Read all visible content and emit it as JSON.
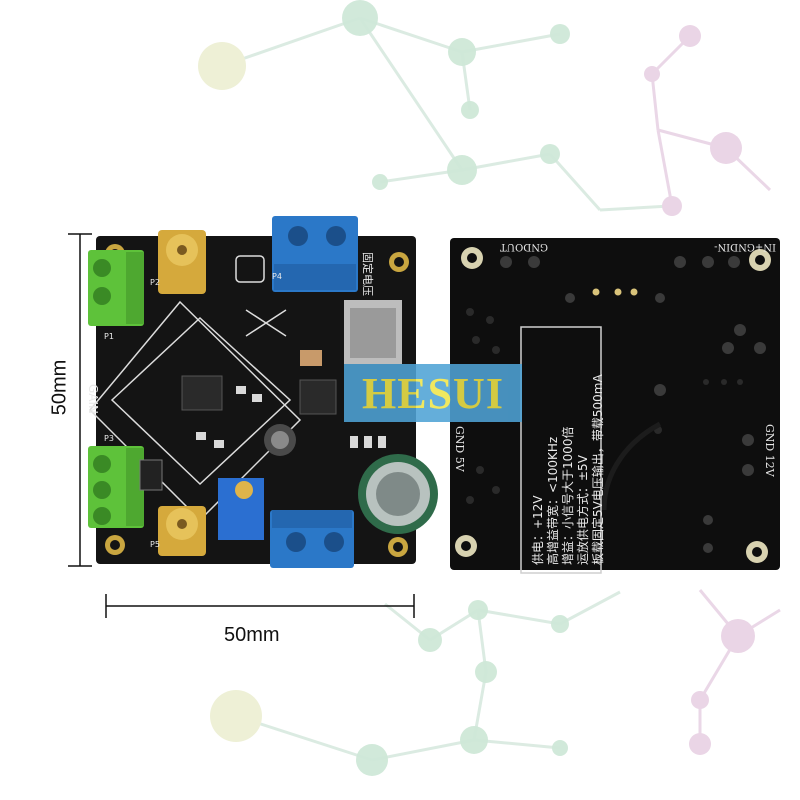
{
  "dimensions": {
    "height_label": "50mm",
    "width_label": "50mm"
  },
  "watermark": {
    "text": "HESUI"
  },
  "front_board": {
    "labels": {
      "gain": "GAIN",
      "fixed_voltage": "固定电压",
      "p1": "P1",
      "p2": "P2",
      "p3": "P3",
      "p4": "P4",
      "p5": "P5"
    }
  },
  "back_board": {
    "labels": {
      "gnd_out": "GNDOUT",
      "in_gnd": "IN+GNDIN-",
      "gnd_12v": "GND 12V",
      "gnd_5v": "GND 5V"
    },
    "spec_lines": [
      "供电：+12V",
      "高增益带宽：<100KHz",
      "增益：小信号大于1000倍",
      "运放供电方式：±5V",
      "板载固定5V电压输出，带载500mA"
    ]
  },
  "colors": {
    "pcb": "#111111",
    "terminal_green": "#5ec23a",
    "terminal_blue": "#2b78c8",
    "watermark_bg": "#4fa3d6",
    "watermark_text": "#f0e54a"
  }
}
